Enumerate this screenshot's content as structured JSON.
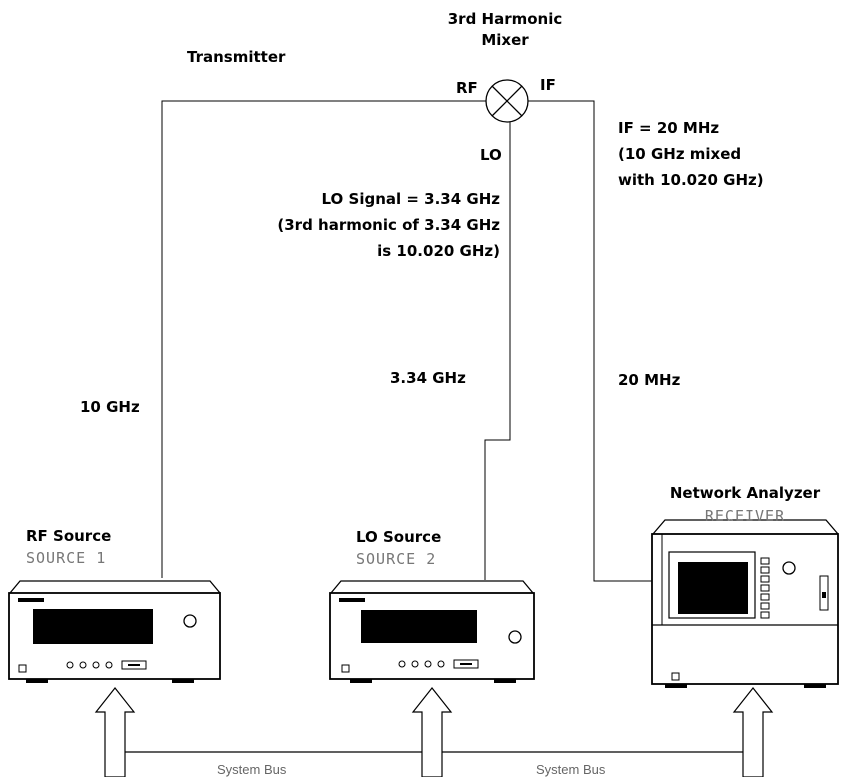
{
  "mixer": {
    "title_line1": "3rd Harmonic",
    "title_line2": "Mixer",
    "port_rf": "RF",
    "port_if": "IF",
    "port_lo": "LO"
  },
  "transmitter_label": "Transmitter",
  "if_note": [
    "IF = 20 MHz",
    "(10 GHz mixed",
    "with 10.020 GHz)"
  ],
  "lo_note": [
    "LO Signal = 3.34 GHz",
    "(3rd harmonic of 3.34 GHz",
    "is 10.020 GHz)"
  ],
  "freq_labels": {
    "rf_line": "10 GHz",
    "lo_line": "3.34 GHz",
    "if_line": "20 MHz"
  },
  "devices": {
    "rf_source": {
      "title": "RF Source",
      "subtitle": "SOURCE 1"
    },
    "lo_source": {
      "title": "LO Source",
      "subtitle": "SOURCE 2"
    },
    "network_analyzer": {
      "title": "Network Analyzer",
      "subtitle": "RECEIVER"
    }
  },
  "system_bus": {
    "label_left": "System Bus",
    "label_right": "System Bus"
  }
}
